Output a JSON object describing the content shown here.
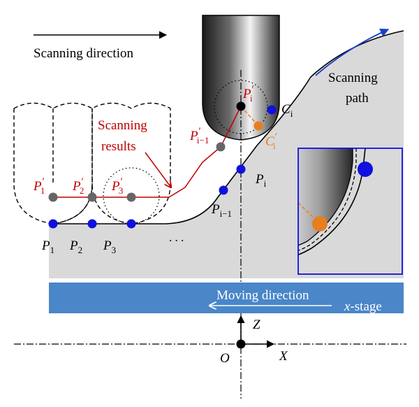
{
  "labels": {
    "scanning_direction": "Scanning direction",
    "scanning_path_line1": "Scanning",
    "scanning_path_line2": "path",
    "scanning_results_line1": "Scanning",
    "scanning_results_line2": "results",
    "moving_direction": "Moving direction",
    "x_stage_var": "x",
    "x_stage_suffix": "-stage",
    "axis_z": "Z",
    "axis_x": "X",
    "origin": "O",
    "ellipsis": ". . ."
  },
  "points": {
    "p1": {
      "base": "P",
      "sub": "1"
    },
    "p2": {
      "base": "P",
      "sub": "2"
    },
    "p3": {
      "base": "P",
      "sub": "3"
    },
    "pi": {
      "base": "P",
      "sub": "i"
    },
    "pim1": {
      "base": "P",
      "sub": "i−1"
    },
    "p1p": {
      "base": "P",
      "sub": "1",
      "sup": "′"
    },
    "p2p": {
      "base": "P",
      "sub": "2",
      "sup": "′"
    },
    "p3p": {
      "base": "P",
      "sub": "3",
      "sup": "′"
    },
    "pip": {
      "base": "P",
      "sub": "i",
      "sup": "′"
    },
    "pim1p": {
      "base": "P",
      "sub": "i−1",
      "sup": "′"
    },
    "ci": {
      "base": "C",
      "sub": "i"
    },
    "cip": {
      "base": "C",
      "sub": "i",
      "sup": "′"
    }
  },
  "colors": {
    "sample_fill": "#d9d9d9",
    "stage_fill": "#4a86c8",
    "scan_result": "#c00000",
    "contact_point": "#e87f1e",
    "surface_point": "#1010e0",
    "scan_path_arrow": "#1a3fc8",
    "inset_border": "#1010e0",
    "tip_point": "#000000",
    "gray_point": "#666666"
  },
  "icons": {
    "scan_direction": "right-arrow-icon",
    "moving_direction": "left-arrow-icon",
    "scan_path": "curved-arrow-icon"
  }
}
